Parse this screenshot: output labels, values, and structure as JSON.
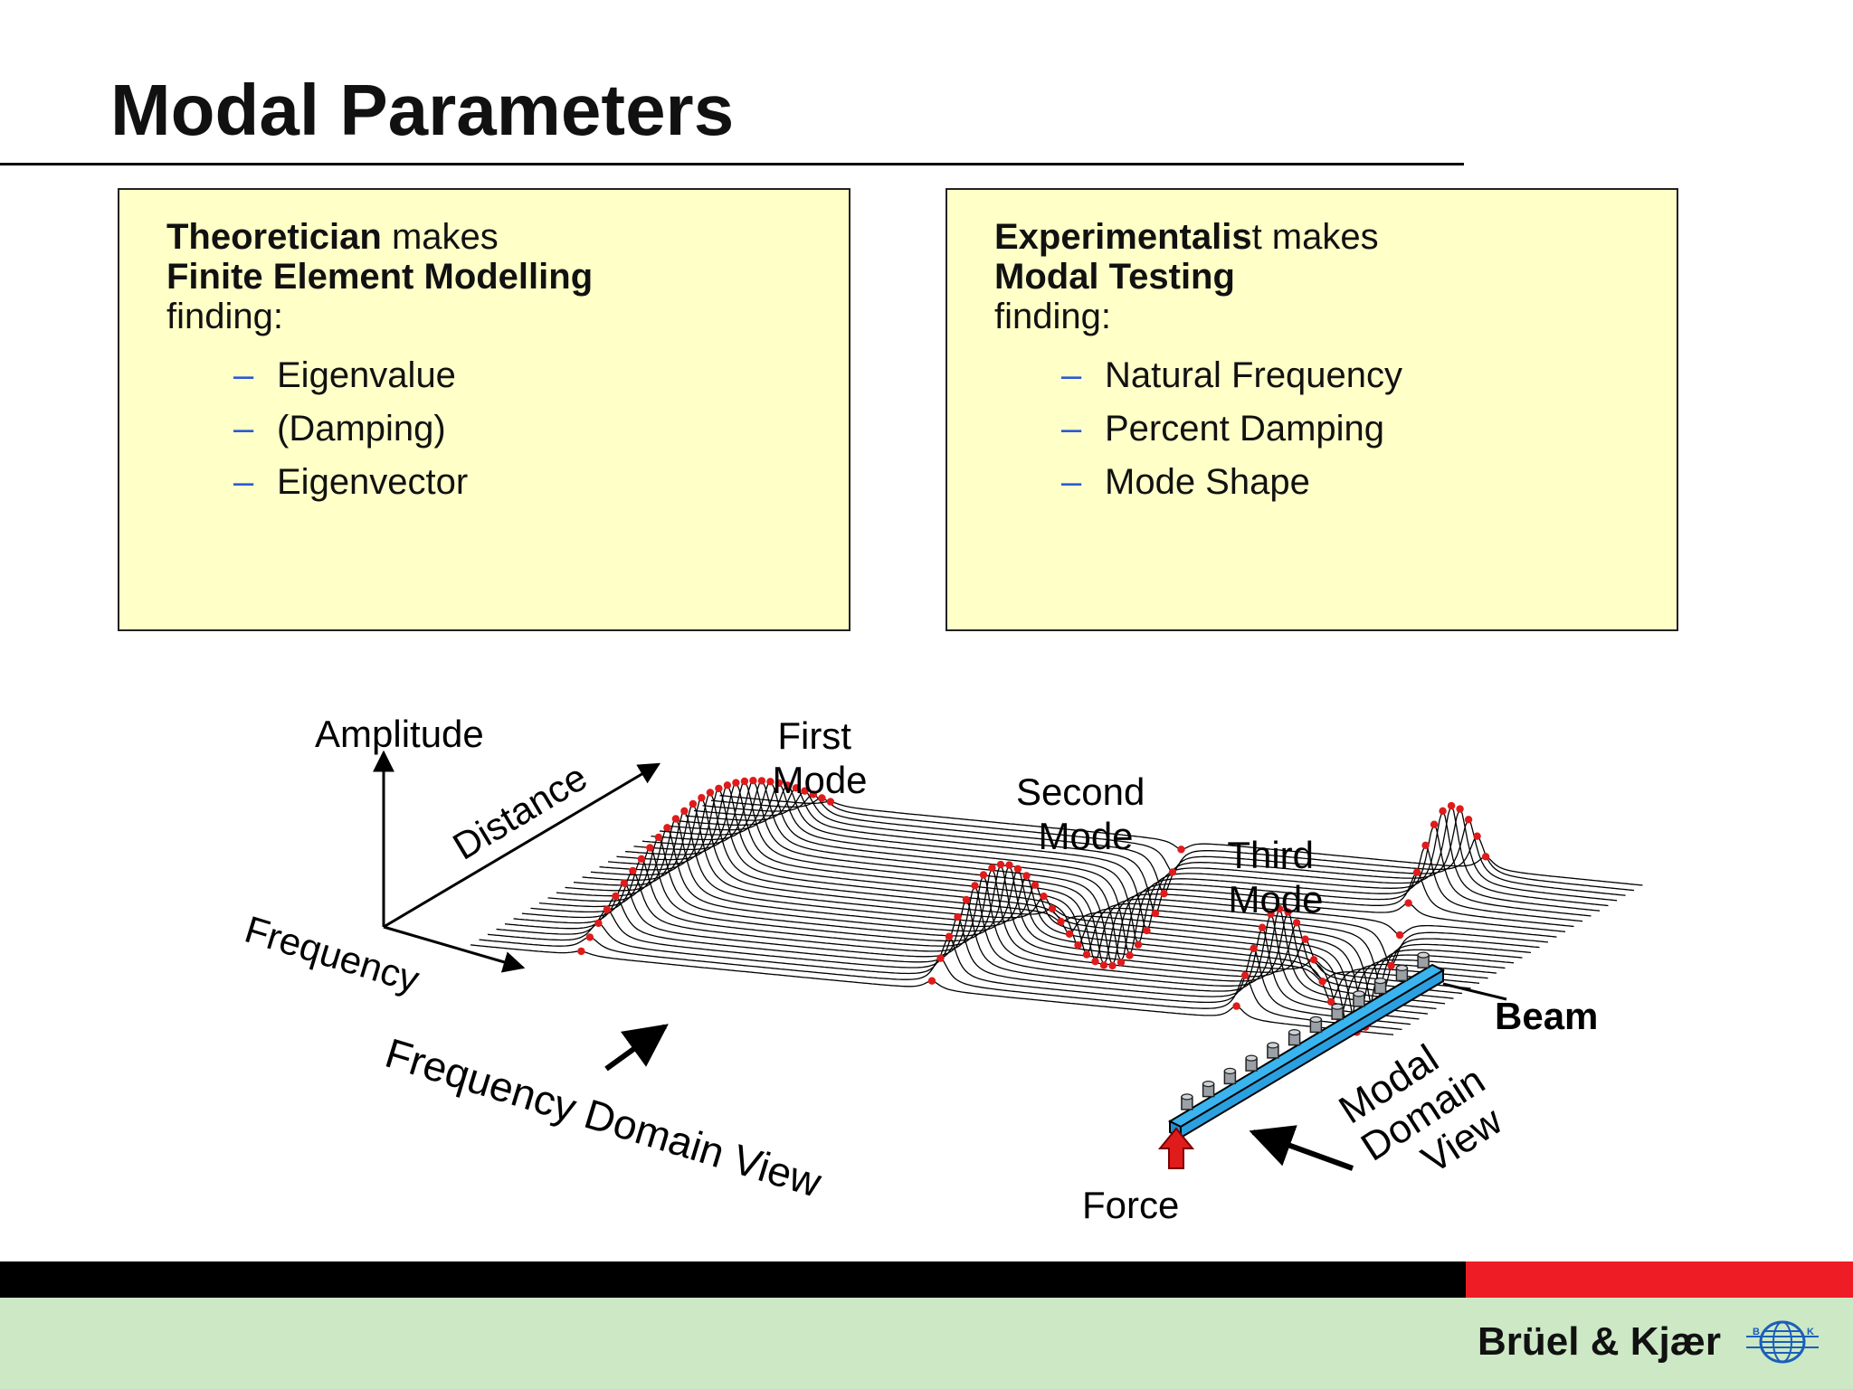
{
  "title": "Modal Parameters",
  "left_box": {
    "line1_bold": "Theoretician",
    "line1_rest": " makes",
    "line2_bold": "Finite Element Modelling",
    "line3": "finding:",
    "dash": "–",
    "items": [
      "Eigenvalue",
      "(Damping)",
      "Eigenvector"
    ]
  },
  "right_box": {
    "line1_bold": "Experimentalis",
    "line1_rest": "t makes",
    "line2_bold": "Modal Testing",
    "line3": "finding:",
    "dash": "–",
    "items": [
      "Natural Frequency",
      "Percent Damping",
      "Mode Shape"
    ]
  },
  "diagram": {
    "amplitude": "Amplitude",
    "distance": "Distance",
    "frequency": "Frequency",
    "first_mode": [
      "First",
      "Mode"
    ],
    "second_mode": [
      "Second",
      "Mode"
    ],
    "third_mode": [
      "Third",
      "Mode"
    ],
    "freq_domain_view": "Frequency Domain View",
    "modal_domain_view": [
      "Modal",
      "Domain",
      "View"
    ],
    "beam": "Beam",
    "force": "Force"
  },
  "colors": {
    "box_fill": "#ffffc8",
    "dash": "#2b5ad6",
    "mode_dots": "#e01b1b",
    "beam": "#39b4ef",
    "force_arrow": "#e01b1b",
    "footer_black": "#000000",
    "footer_red": "#ee1c25",
    "footer_green": "#cce8c5"
  },
  "footer": {
    "brand": "Brüel & Kjær",
    "logo_letters": [
      "B",
      "K"
    ]
  }
}
